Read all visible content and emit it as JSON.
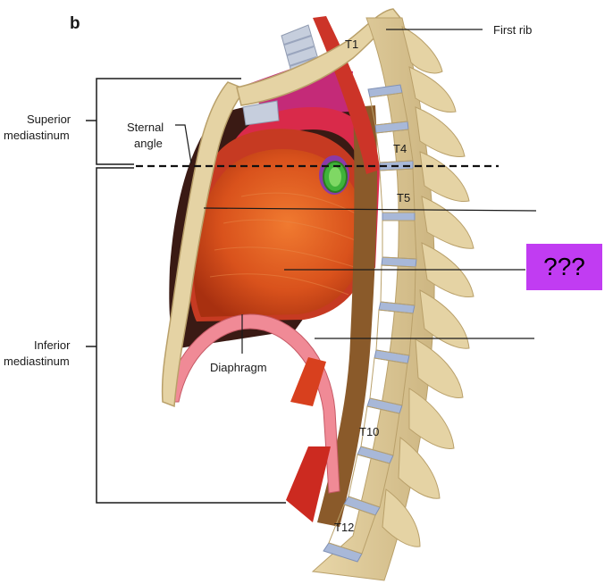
{
  "panel_label": "b",
  "labels": {
    "first_rib": "First rib",
    "superior_line1": "Superior",
    "superior_line2": "mediastinum",
    "sternal_line1": "Sternal",
    "sternal_line2": "angle",
    "inferior_line1": "Inferior",
    "inferior_line2": "mediastinum",
    "diaphragm": "Diaphragm"
  },
  "vertebrae": {
    "t1": "T1",
    "t4": "T4",
    "t5": "T5",
    "t10": "T10",
    "t12": "T12"
  },
  "masked_label": "???",
  "colors": {
    "bone": "#e5d3a4",
    "bone_edge": "#b9a06a",
    "disc": "#a8b8d8",
    "heart": "#d4521e",
    "heart_dark": "#b23612",
    "pericardium": "#d92a4a",
    "great_vessels": "#cc2f7a",
    "aorta": "#b8402a",
    "diaphragm": "#f08a96",
    "trachea": "#c6cedd",
    "mask": "#c13cf2"
  }
}
